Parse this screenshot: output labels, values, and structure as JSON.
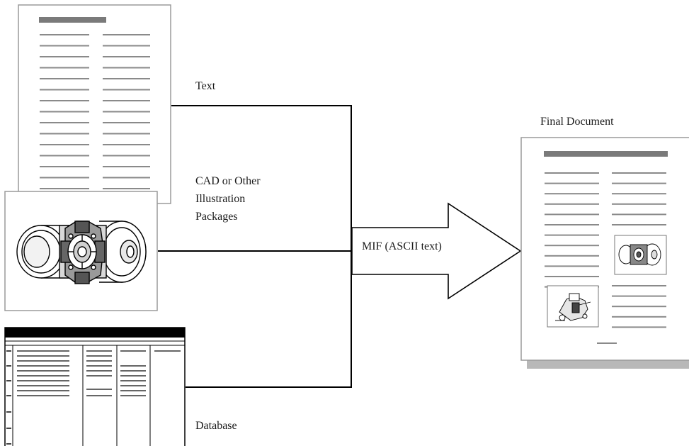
{
  "labels": {
    "text": "Text",
    "cad_line1": "CAD or Other",
    "cad_line2": "Illustration",
    "cad_line3": "Packages",
    "database": "Database",
    "mif": "MIF (ASCII text)",
    "final": "Final Document"
  },
  "colors": {
    "text_line": "#8a8a8a",
    "title_bar": "#7a7a7a",
    "wire": "#000000",
    "frame_border": "#9a9a9a",
    "shadow": "#b8b8b8"
  }
}
